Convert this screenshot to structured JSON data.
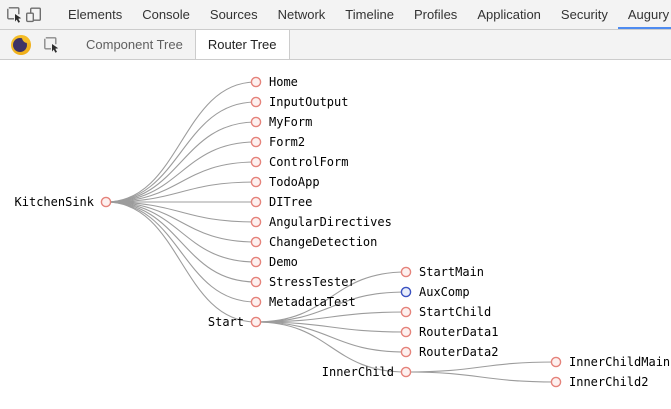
{
  "devtools": {
    "tabs": [
      {
        "label": "Elements",
        "selected": false
      },
      {
        "label": "Console",
        "selected": false
      },
      {
        "label": "Sources",
        "selected": false
      },
      {
        "label": "Network",
        "selected": false
      },
      {
        "label": "Timeline",
        "selected": false
      },
      {
        "label": "Profiles",
        "selected": false
      },
      {
        "label": "Application",
        "selected": false
      },
      {
        "label": "Security",
        "selected": false
      },
      {
        "label": "Augury",
        "selected": true
      }
    ],
    "overflow_chevron": "»",
    "icons": [
      {
        "name": "inspect-element-icon"
      },
      {
        "name": "toggle-device-toolbar-icon"
      }
    ]
  },
  "augury": {
    "tabs": [
      {
        "label": "Component Tree",
        "selected": false
      },
      {
        "label": "Router Tree",
        "selected": true
      }
    ],
    "icons": [
      {
        "name": "augury-logo-icon"
      },
      {
        "name": "inspect-component-icon"
      }
    ]
  },
  "router_tree": {
    "root": {
      "name": "KitchenSink",
      "type": "route",
      "children": [
        {
          "name": "Home",
          "type": "route"
        },
        {
          "name": "InputOutput",
          "type": "route"
        },
        {
          "name": "MyForm",
          "type": "route"
        },
        {
          "name": "Form2",
          "type": "route"
        },
        {
          "name": "ControlForm",
          "type": "route"
        },
        {
          "name": "TodoApp",
          "type": "route"
        },
        {
          "name": "DITree",
          "type": "route"
        },
        {
          "name": "AngularDirectives",
          "type": "route"
        },
        {
          "name": "ChangeDetection",
          "type": "route"
        },
        {
          "name": "Demo",
          "type": "route"
        },
        {
          "name": "StressTester",
          "type": "route"
        },
        {
          "name": "MetadataTest",
          "type": "route"
        },
        {
          "name": "Start",
          "type": "route",
          "children": [
            {
              "name": "StartMain",
              "type": "route"
            },
            {
              "name": "AuxComp",
              "type": "aux"
            },
            {
              "name": "StartChild",
              "type": "route"
            },
            {
              "name": "RouterData1",
              "type": "route"
            },
            {
              "name": "RouterData2",
              "type": "route"
            },
            {
              "name": "InnerChild",
              "type": "route",
              "children": [
                {
                  "name": "InnerChildMain",
                  "type": "route"
                },
                {
                  "name": "InnerChild2",
                  "type": "route"
                }
              ]
            }
          ]
        }
      ]
    }
  },
  "colors": {
    "accent_blue": "#4e8bf0",
    "route_stroke": "#e5837b",
    "route_fill": "#fdf0ef",
    "aux_stroke": "#3b52c1",
    "aux_fill": "#e8edfb",
    "link": "#9c9c9c",
    "toolbar_bg": "#f3f3f3",
    "toolbar_border": "#cccccc"
  }
}
